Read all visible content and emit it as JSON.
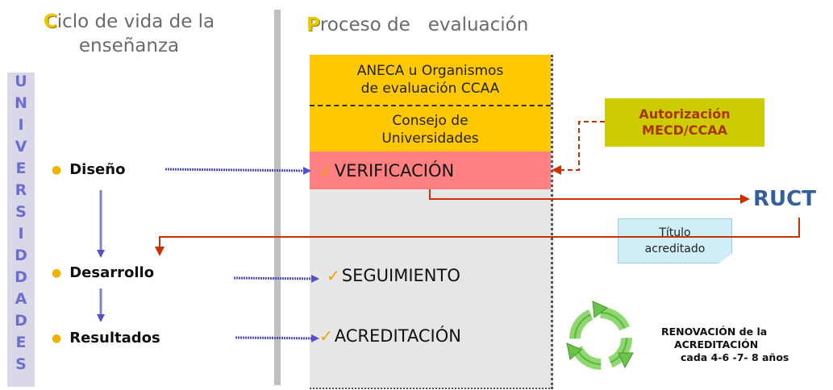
{
  "left_heading": {
    "first_letter": "C",
    "line1_rest": "iclo de vida de la",
    "line2": "enseñanza"
  },
  "right_heading": {
    "first_letter": "P",
    "rest": "roceso de   evaluación"
  },
  "side_bar": {
    "letters": [
      "U",
      "N",
      "I",
      "V",
      "E",
      "R",
      "S",
      "I",
      "D",
      "D",
      "A",
      "D",
      "E",
      "S"
    ]
  },
  "stages": {
    "design": "Diseño",
    "development": "Desarrollo",
    "results": "Resultados"
  },
  "eval_column": {
    "agency_line1": "ANECA u Organismos",
    "agency_line2": "de evaluación CCAA",
    "council_line1": "Consejo de",
    "council_line2": "Universidades",
    "verification": "VERIFICACIÓN",
    "monitoring": "SEGUIMIENTO",
    "accreditation": "ACREDITACIÓN"
  },
  "authorization": {
    "line1": "Autorización",
    "line2": "MECD/CCAA"
  },
  "registry": "RUCT",
  "accredited_note": {
    "line1": "Título",
    "line2": "acreditado"
  },
  "renewal": {
    "line1": "RENOVACIÓN de la",
    "line2": "ACREDITACIÓN",
    "line3": "cada  4-6 -7- 8 años"
  },
  "colors": {
    "agency_fill": "#ffc800",
    "verification_fill": "#ff8080",
    "authorization_fill": "#cccc00",
    "registry_text": "#355f9c",
    "stage_arrows": "#5050c8",
    "process_arrows": "#c83200",
    "recycle_icon": "#6cc24a"
  },
  "icons": [
    "check-icon",
    "recycle-icon",
    "bullet-icon"
  ]
}
